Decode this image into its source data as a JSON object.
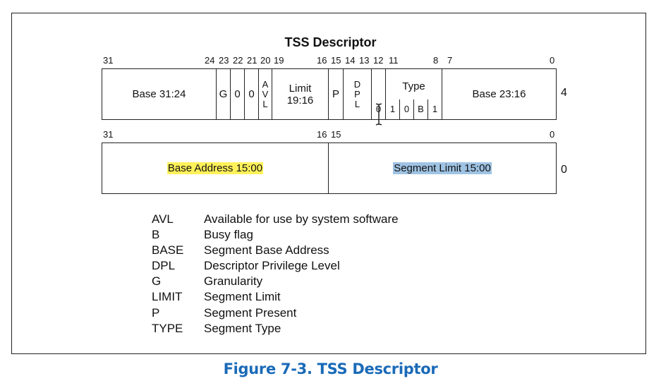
{
  "diagram": {
    "title": "TSS Descriptor",
    "caption": "Figure 7-3.  TSS Descriptor",
    "upper_word": {
      "offset": "4",
      "bit_numbers": [
        "31",
        "24",
        "23",
        "22",
        "21",
        "20",
        "19",
        "16",
        "15",
        "14",
        "13",
        "12",
        "11",
        "8",
        "7",
        "0"
      ],
      "fields": {
        "base_31_24": "Base 31:24",
        "g": "G",
        "zero_a": "0",
        "zero_b": "0",
        "avl": "A\nV\nL",
        "limit_19_16": "Limit\n19:16",
        "p": "P",
        "dpl": "D\nP\nL",
        "bit12": "0",
        "type_label": "Type",
        "type_bit11": "1",
        "type_bit10": "0",
        "type_bit9": "B",
        "type_bit8": "1",
        "base_23_16": "Base 23:16"
      }
    },
    "lower_word": {
      "offset": "0",
      "bit_numbers": [
        "31",
        "16",
        "15",
        "0"
      ],
      "fields": {
        "base_address": "Base Address 15:00",
        "segment_limit": "Segment Limit 15:00"
      }
    },
    "legend": [
      {
        "abbr": "AVL",
        "desc": "Available for use by system software"
      },
      {
        "abbr": "B",
        "desc": "Busy flag"
      },
      {
        "abbr": "BASE",
        "desc": "Segment Base Address"
      },
      {
        "abbr": "DPL",
        "desc": "Descriptor Privilege Level"
      },
      {
        "abbr": "G",
        "desc": "Granularity"
      },
      {
        "abbr": "LIMIT",
        "desc": "Segment Limit"
      },
      {
        "abbr": "P",
        "desc": "Segment Present"
      },
      {
        "abbr": "TYPE",
        "desc": "Segment Type"
      }
    ],
    "colors": {
      "caption": "#1a6ab8",
      "highlight_yellow": "#fff15a",
      "highlight_blue": "#9fc3e3"
    },
    "icons": [
      "text-cursor-icon"
    ]
  }
}
